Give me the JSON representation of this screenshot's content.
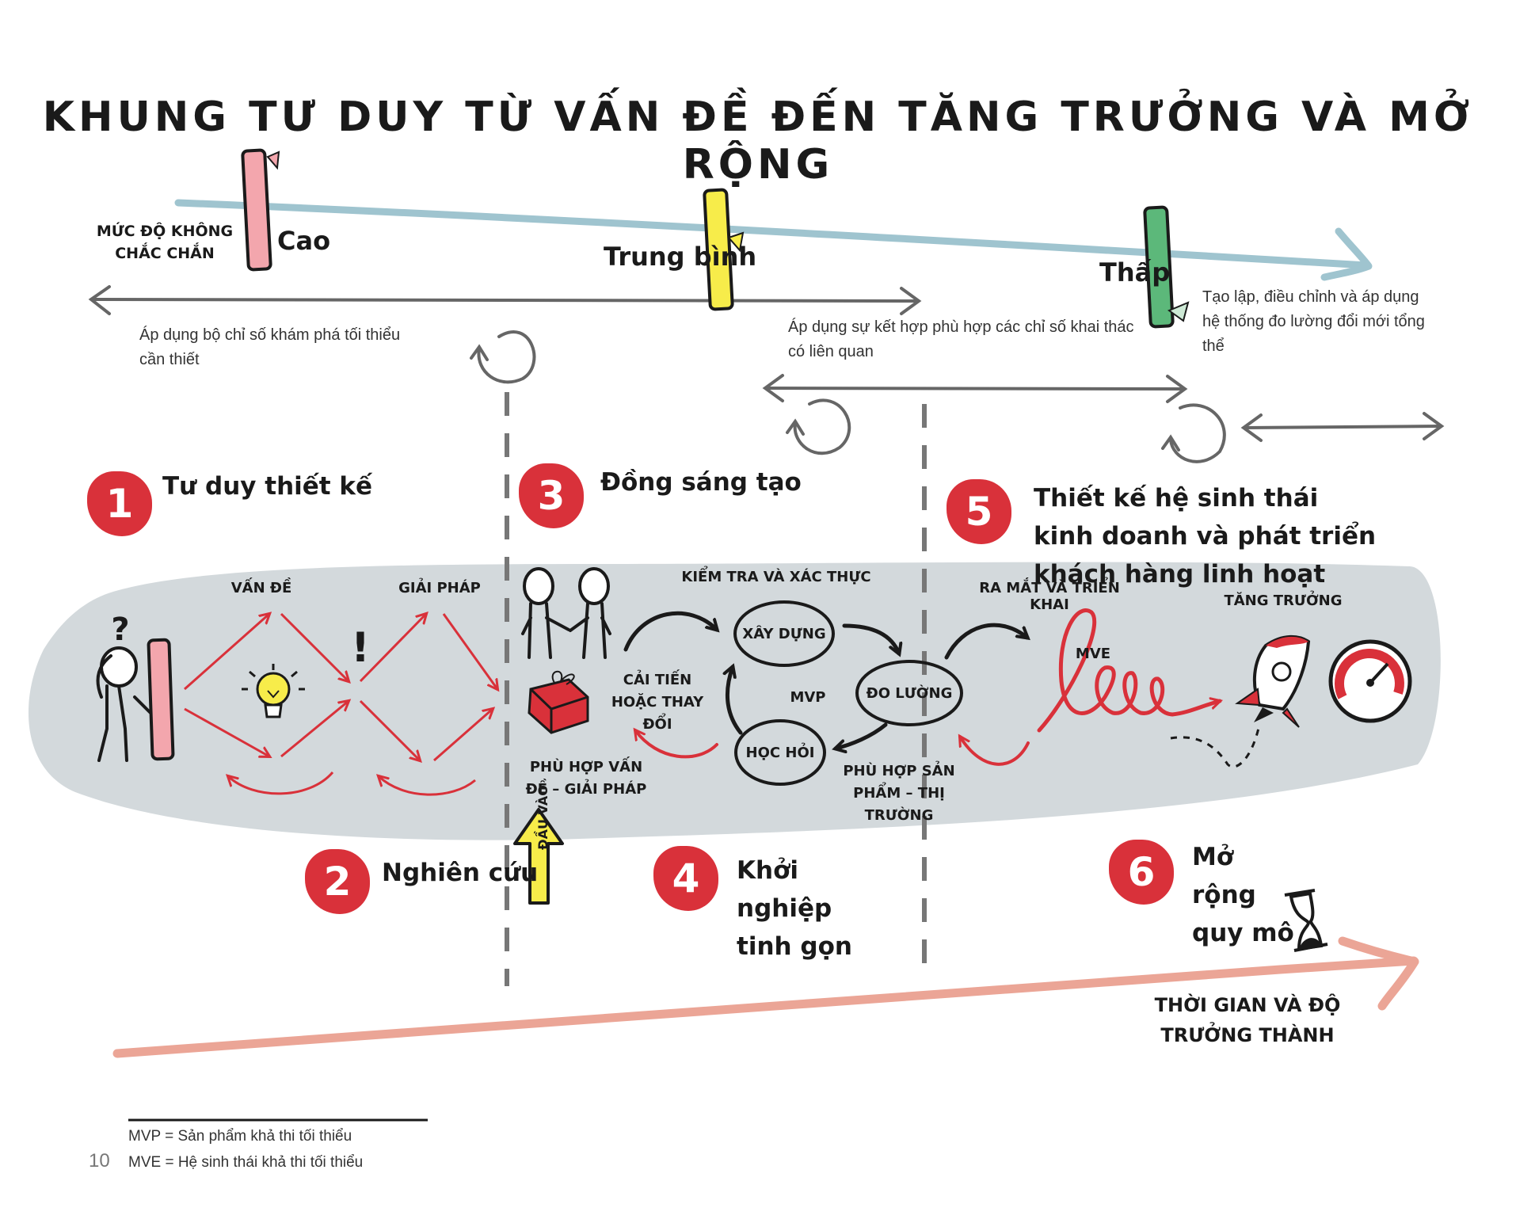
{
  "title": "KHUNG TƯ DUY TỪ VẤN ĐỀ ĐẾN TĂNG TRƯỞNG VÀ MỞ RỘNG",
  "uncertainty": {
    "axis_label": "MỨC ĐỘ KHÔNG CHẮC CHẮN",
    "levels": [
      "Cao",
      "Trung bình",
      "Thấp"
    ],
    "colors": {
      "high": "#f3a6ad",
      "medium": "#f7ec4a",
      "low": "#5cb87a"
    }
  },
  "notes": {
    "discovery": "Áp dụng bộ chỉ số khám phá tối thiểu cần thiết",
    "operational": "Áp dụng sự kết hợp phù hợp các chỉ số khai thác có liên quan",
    "ecosystem": "Tạo lập, điều chỉnh và áp dụng hệ thống đo lường đổi mới tổng thể"
  },
  "phases": [
    {
      "number": "1",
      "label": "Tư duy thiết kế"
    },
    {
      "number": "2",
      "label": "Nghiên cứu"
    },
    {
      "number": "3",
      "label": "Đồng sáng tạo"
    },
    {
      "number": "4",
      "label": "Khởi nghiệp tinh gọn"
    },
    {
      "number": "5",
      "label": "Thiết kế hệ sinh thái kinh doanh và phát triển khách hàng linh hoạt"
    },
    {
      "number": "6",
      "label": "Mở rộng quy mô"
    }
  ],
  "flow": {
    "problem": "VẤN ĐỀ",
    "solution": "GIẢI PHÁP",
    "validate": "KIỂM TRA VÀ XÁC THỰC",
    "build": "XÂY DỰNG",
    "measure": "ĐO LƯỜNG",
    "learn": "HỌC HỎI",
    "mvp": "MVP",
    "pivot": "CẢI TIẾN HOẶC THAY ĐỔI",
    "problem_solution_fit": "PHÙ HỢP VẤN ĐỀ – GIẢI PHÁP",
    "product_market_fit": "PHÙ HỢP SẢN PHẨM – THỊ TRƯỜNG",
    "input": "ĐẦU VÀO",
    "launch": "RA MẮT VÀ TRIỂN KHAI",
    "mve": "MVE",
    "growth": "TĂNG TRƯỞNG"
  },
  "time_axis": "THỜI GIAN VÀ ĐỘ TRƯỞNG THÀNH",
  "footnotes": {
    "mvp": "MVP = Sản phẩm khả thi tối thiểu",
    "mve": "MVE = Hệ sinh thái khả thi tối thiểu"
  },
  "page_number": "10",
  "accent": "#d9313a",
  "band_color": "#d3d9dc"
}
